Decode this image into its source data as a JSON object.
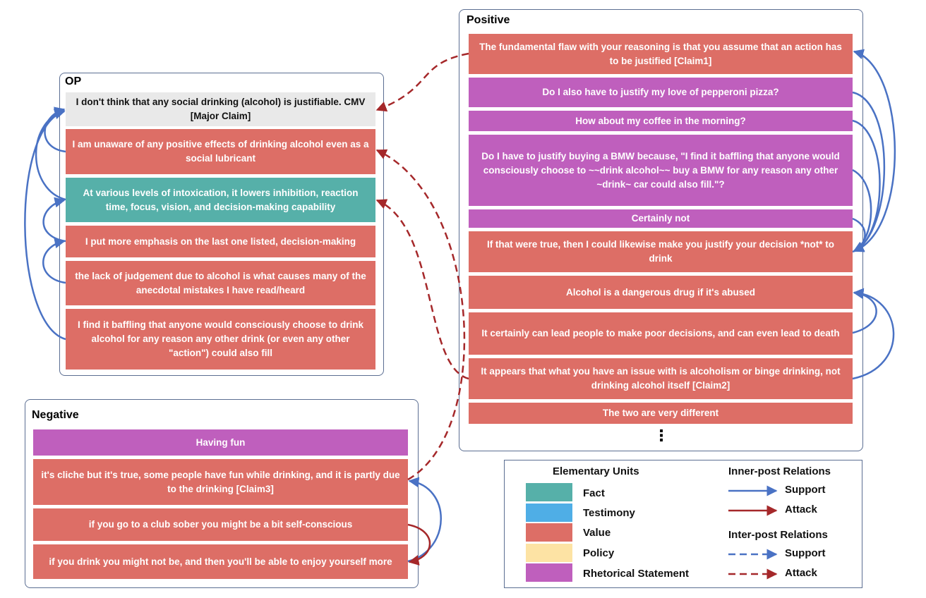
{
  "colors": {
    "fact": "#56b0a9",
    "testimony": "#4faee6",
    "value": "#dd6e66",
    "policy": "#fde3a4",
    "rhetorical": "#bf5fbd",
    "major_claim": "#e9e9e9",
    "support": "#4a72c4",
    "attack": "#a5282a"
  },
  "op": {
    "title": "OP",
    "units": [
      {
        "text": "I don't think that any social drinking (alcohol) is justifiable. CMV [Major Claim]",
        "type": "major_claim"
      },
      {
        "text": "I am unaware of any positive effects of drinking alcohol even as a social lubricant",
        "type": "value"
      },
      {
        "text": "At various levels of intoxication, it lowers inhibition, reaction time, focus, vision, and decision-making capability",
        "type": "fact"
      },
      {
        "text": "I put more emphasis on the last one listed, decision-making",
        "type": "value"
      },
      {
        "text": "the lack of judgement due to alcohol is what causes many of the anecdotal mistakes I have read/heard",
        "type": "value"
      },
      {
        "text": "I find it baffling that anyone would consciously choose to drink alcohol for any reason any other drink (or even any other \"action\") could also fill",
        "type": "value"
      }
    ]
  },
  "positive": {
    "title": "Positive",
    "units": [
      {
        "text": "The fundamental flaw with your reasoning is that you assume that an action has to be justified [Claim1]",
        "type": "value"
      },
      {
        "text": "Do I also have to justify my love of pepperoni pizza?",
        "type": "rhetorical"
      },
      {
        "text": "How about my coffee in the morning?",
        "type": "rhetorical"
      },
      {
        "text": "Do I have to justify buying a BMW because, \"I find it baffling that anyone would consciously choose to ~~drink alcohol~~ buy a BMW for any reason any other ~drink~ car could also fill.\"?",
        "type": "rhetorical"
      },
      {
        "text": "Certainly not",
        "type": "rhetorical"
      },
      {
        "text": "If that were true, then I could likewise make you justify your decision *not* to drink",
        "type": "value"
      },
      {
        "text": "Alcohol is a dangerous drug if it's abused",
        "type": "value"
      },
      {
        "text": "It certainly can lead people to make poor decisions, and can even lead to death",
        "type": "value"
      },
      {
        "text": "It appears that what you have an issue with is alcoholism or binge drinking, not drinking alcohol itself [Claim2]",
        "type": "value"
      },
      {
        "text": "The two are very different",
        "type": "value"
      }
    ],
    "ellipsis": "⋮"
  },
  "negative": {
    "title": "Negative",
    "units": [
      {
        "text": "Having fun",
        "type": "rhetorical"
      },
      {
        "text": "it's cliche but it's true, some people have fun while drinking, and it is partly due to the drinking [Claim3]",
        "type": "value"
      },
      {
        "text": "if you go to a club sober you might be a bit self-conscious",
        "type": "value"
      },
      {
        "text": "if you drink you might not be, and then you'll be able to enjoy yourself more",
        "type": "value"
      }
    ]
  },
  "legend": {
    "units_title": "Elementary Units",
    "units": [
      {
        "label": "Fact",
        "type": "fact"
      },
      {
        "label": "Testimony",
        "type": "testimony"
      },
      {
        "label": "Value",
        "type": "value"
      },
      {
        "label": "Policy",
        "type": "policy"
      },
      {
        "label": "Rhetorical Statement",
        "type": "rhetorical"
      }
    ],
    "inner_title": "Inner-post Relations",
    "inner": [
      {
        "label": "Support",
        "kind": "support"
      },
      {
        "label": "Attack",
        "kind": "attack"
      }
    ],
    "inter_title": "Inter-post Relations",
    "inter": [
      {
        "label": "Support",
        "kind": "support"
      },
      {
        "label": "Attack",
        "kind": "attack"
      }
    ]
  }
}
